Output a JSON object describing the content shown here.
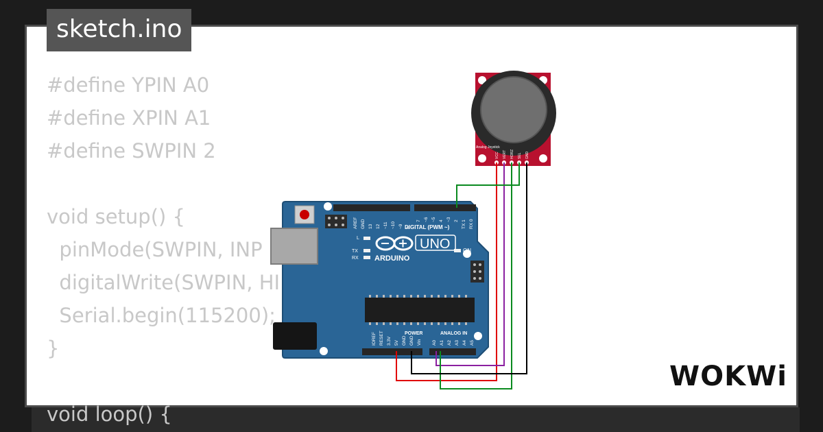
{
  "file": {
    "title": "sketch.ino"
  },
  "code": {
    "lines": [
      "#define YPIN A0",
      "#define XPIN A1",
      "#define SWPIN 2",
      "",
      "void setup() {",
      "  pinMode(SWPIN, INP",
      "  digitalWrite(SWPIN, HI",
      "  Serial.begin(115200);",
      "}",
      "",
      "void loop() {"
    ]
  },
  "board": {
    "model": "UNO",
    "brand": "ARDUINO",
    "digital_label": "DIGITAL (PWM ~)",
    "power_label": "POWER",
    "analog_label": "ANALOG IN",
    "led_l": "L",
    "led_tx": "TX",
    "led_rx": "RX",
    "on_label": "ON",
    "top_pins": [
      "AREF",
      "GND",
      "13",
      "12",
      "~11",
      "~10",
      "~9",
      "8",
      "7",
      "~6",
      "~5",
      "4",
      "~3",
      "2",
      "TX 1",
      "RX 0"
    ],
    "power_pins": [
      "IOREF",
      "RESET",
      "3.3V",
      "5V",
      "GND",
      "GND",
      "Vin"
    ],
    "analog_pins": [
      "A0",
      "A1",
      "A2",
      "A3",
      "A4",
      "A5"
    ],
    "color": "#2a6596"
  },
  "joystick": {
    "label": "Analog Joystick",
    "pins": [
      "VCC",
      "VERT",
      "HORZ",
      "SEL",
      "GND"
    ],
    "color": "#b8112f"
  },
  "wires": {
    "vcc_color": "#e00000",
    "vert_color": "#8b1fa0",
    "horz_color": "#0a8a1f",
    "sel_color": "#0a8a1f",
    "gnd_color": "#000000"
  },
  "branding": {
    "logo": "WOKWi"
  }
}
